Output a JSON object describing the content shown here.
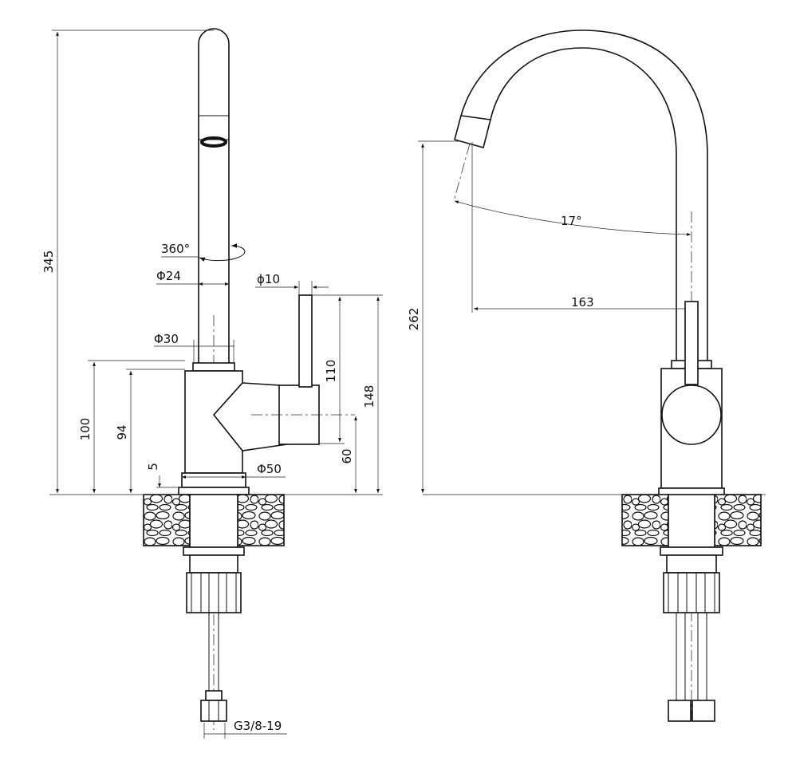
{
  "dimensions": {
    "height_total": "345",
    "rotation": "360°",
    "spout_diameter": "Φ24",
    "handle_diameter": "ϕ10",
    "collar_diameter": "Φ30",
    "body_height": "100",
    "body_side_height": "94",
    "handle_length": "110",
    "handle_top_height": "148",
    "handle_axis_height": "60",
    "base_offset": "5",
    "base_diameter": "Φ50",
    "connection": "G3/8-19",
    "outlet_height": "262",
    "spout_angle": "17°",
    "spout_reach": "163"
  }
}
